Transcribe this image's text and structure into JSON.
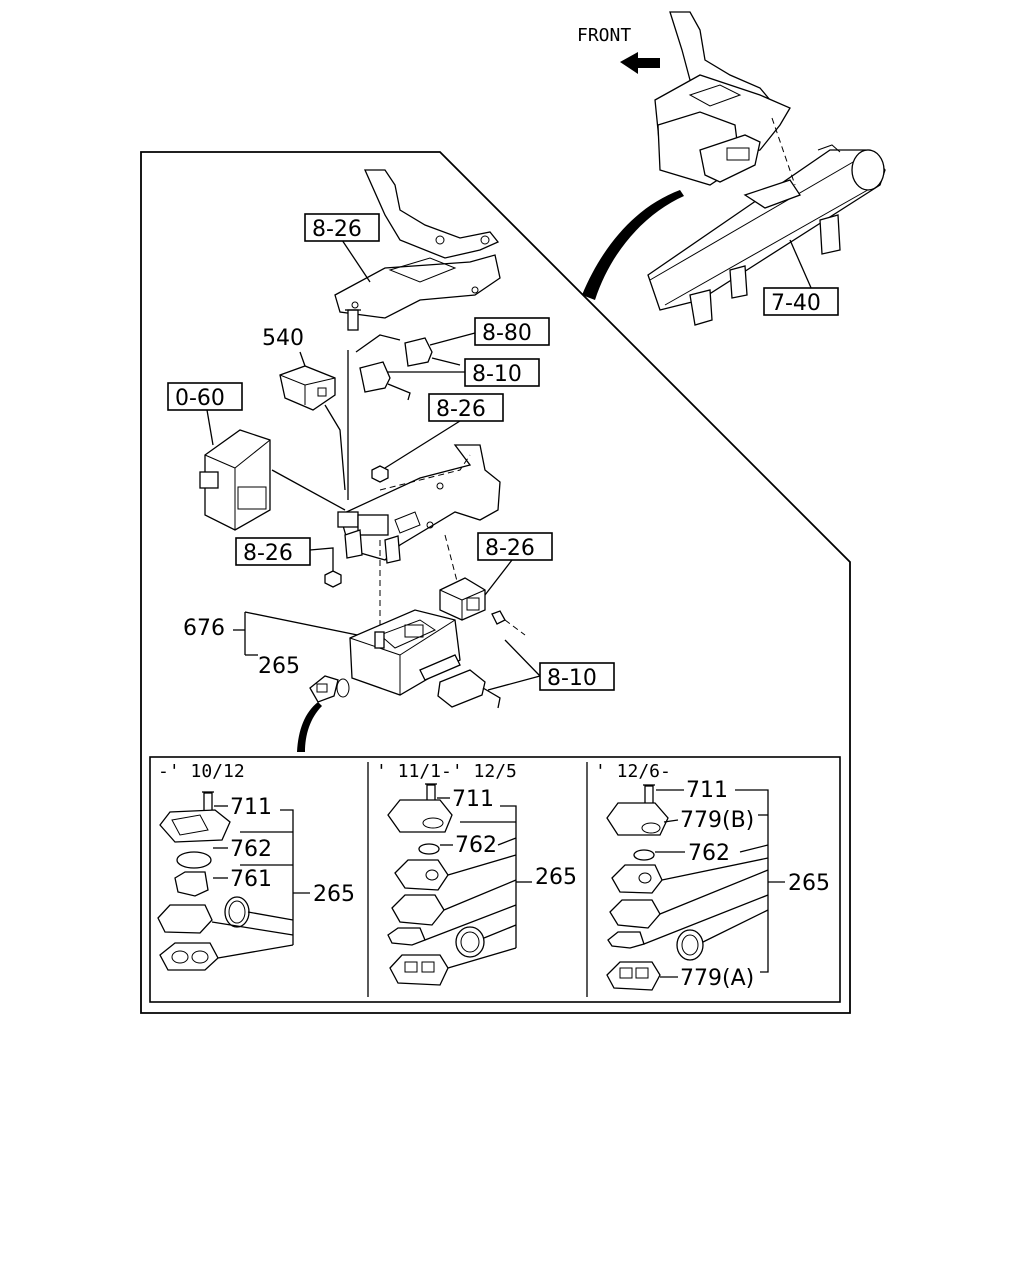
{
  "direction": {
    "label": "FRONT",
    "arrow_icon": "arrow-left-icon"
  },
  "callouts": {
    "boxed_8_26_top": "8-26",
    "boxed_8_80": "8-80",
    "boxed_8_10_top": "8-10",
    "boxed_8_26_mid": "8-26",
    "boxed_0_60": "0-60",
    "boxed_8_26_left": "8-26",
    "boxed_8_26_right": "8-26",
    "boxed_8_10_bottom": "8-10",
    "boxed_7_40": "7-40",
    "part_540": "540",
    "part_676": "676",
    "part_265": "265"
  },
  "variants": [
    {
      "period": "-' 10/12",
      "group_label": "265",
      "parts": [
        "711",
        "762",
        "761"
      ]
    },
    {
      "period": "' 11/1-' 12/5",
      "group_label": "265",
      "parts": [
        "711",
        "762"
      ]
    },
    {
      "period": "' 12/6-",
      "group_label": "265",
      "parts": [
        "711",
        "779(B)",
        "762",
        "779(A)"
      ]
    }
  ]
}
